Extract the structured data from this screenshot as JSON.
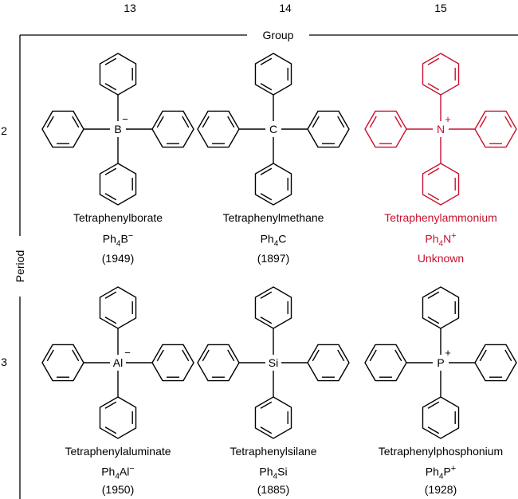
{
  "groups": [
    "13",
    "14",
    "15"
  ],
  "group_axis_label": "Group",
  "periods": [
    "2",
    "3"
  ],
  "period_axis_label": "Period",
  "highlight_color": "#c8102e",
  "compounds": [
    {
      "name": "Tetraphenylborate",
      "formula_prefix": "Ph",
      "formula_sub": "4",
      "formula_el": "B",
      "formula_charge": "−",
      "year": "(1949)",
      "center_atom": "B",
      "center_charge": "−",
      "highlight": false
    },
    {
      "name": "Tetraphenylmethane",
      "formula_prefix": "Ph",
      "formula_sub": "4",
      "formula_el": "C",
      "formula_charge": "",
      "year": "(1897)",
      "center_atom": "C",
      "center_charge": "",
      "highlight": false
    },
    {
      "name": "Tetraphenylammonium",
      "formula_prefix": "Ph",
      "formula_sub": "4",
      "formula_el": "N",
      "formula_charge": "+",
      "year": "Unknown",
      "center_atom": "N",
      "center_charge": "+",
      "highlight": true
    },
    {
      "name": "Tetraphenylaluminate",
      "formula_prefix": "Ph",
      "formula_sub": "4",
      "formula_el": "Al",
      "formula_charge": "−",
      "year": "(1950)",
      "center_atom": "Al",
      "center_charge": "−",
      "highlight": false
    },
    {
      "name": "Tetraphenylsilane",
      "formula_prefix": "Ph",
      "formula_sub": "4",
      "formula_el": "Si",
      "formula_charge": "",
      "year": "(1885)",
      "center_atom": "Si",
      "center_charge": "",
      "highlight": false
    },
    {
      "name": "Tetraphenylphosphonium",
      "formula_prefix": "Ph",
      "formula_sub": "4",
      "formula_el": "P",
      "formula_charge": "+",
      "year": "(1928)",
      "center_atom": "P",
      "center_charge": "+",
      "highlight": true
    }
  ]
}
